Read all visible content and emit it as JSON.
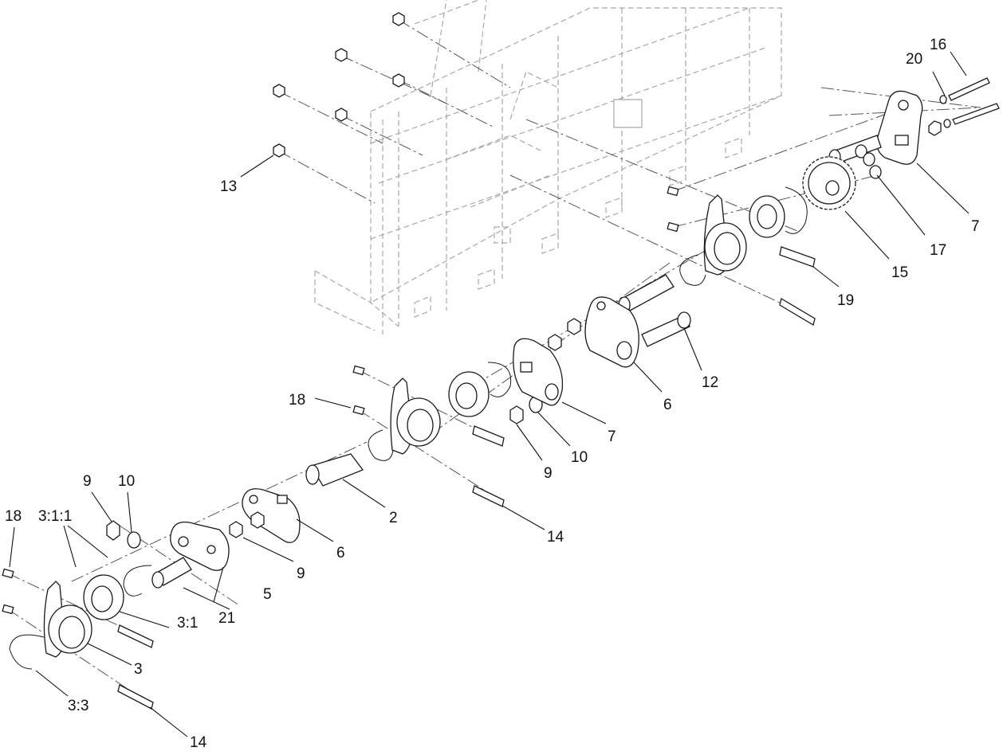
{
  "callouts": [
    {
      "id": "c13",
      "text": "13"
    },
    {
      "id": "c16",
      "text": "16"
    },
    {
      "id": "c20",
      "text": "20"
    },
    {
      "id": "c7a",
      "text": "7"
    },
    {
      "id": "c17",
      "text": "17"
    },
    {
      "id": "c15",
      "text": "15"
    },
    {
      "id": "c19",
      "text": "19"
    },
    {
      "id": "c12",
      "text": "12"
    },
    {
      "id": "c6a",
      "text": "6"
    },
    {
      "id": "c7b",
      "text": "7"
    },
    {
      "id": "c10a",
      "text": "10"
    },
    {
      "id": "c9a",
      "text": "9"
    },
    {
      "id": "c18a",
      "text": "18"
    },
    {
      "id": "c2",
      "text": "2"
    },
    {
      "id": "c14a",
      "text": "14"
    },
    {
      "id": "c6b",
      "text": "6"
    },
    {
      "id": "c9b",
      "text": "9"
    },
    {
      "id": "c10b",
      "text": "10"
    },
    {
      "id": "c9c",
      "text": "9"
    },
    {
      "id": "c18b",
      "text": "18"
    },
    {
      "id": "c311",
      "text": "3:1:1"
    },
    {
      "id": "c5",
      "text": "5"
    },
    {
      "id": "c21",
      "text": "21"
    },
    {
      "id": "c31",
      "text": "3:1"
    },
    {
      "id": "c3",
      "text": "3"
    },
    {
      "id": "c33",
      "text": "3:3"
    },
    {
      "id": "c14b",
      "text": "14"
    }
  ]
}
